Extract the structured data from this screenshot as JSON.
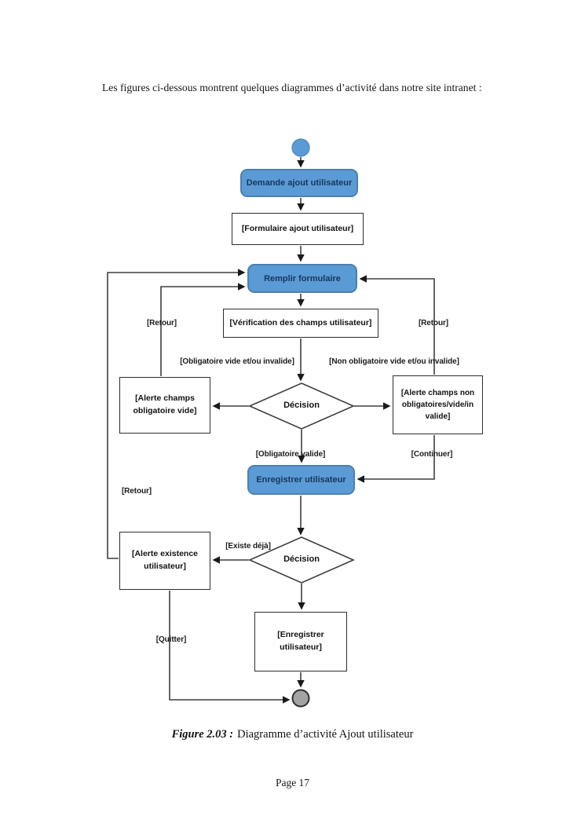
{
  "page": {
    "intro": "Les figures ci-dessous montrent quelques diagrammes d’activité dans notre site intranet :",
    "caption": {
      "label": "Figure 2.03 :",
      "text": "Diagramme d’activité Ajout utilisateur"
    },
    "page_number": "Page 17"
  },
  "diagram": {
    "nodes": {
      "demande": "Demande ajout utilisateur",
      "formulaire": "[Formulaire ajout utilisateur]",
      "remplir": "Remplir formulaire",
      "verification": "[Vérification des champs utilisateur]",
      "decision1": "Décision",
      "alerte_obligatoire": "[Alerte champs obligatoire vide]",
      "alerte_non_obligatoire": "[Alerte champs non obligatoires/vide/in valide]",
      "enregistrer": "Enregistrer utilisateur",
      "decision2": "Décision",
      "alerte_existence": "[Alerte existence utilisateur]",
      "enregistrer_final": "[Enregistrer utilisateur]"
    },
    "labels": {
      "retour_left": "[Retour]",
      "retour_right": "[Retour]",
      "retour_far_left": "[Retour]",
      "obligatoire_invalide": "[Obligatoire vide et/ou invalide]",
      "non_obligatoire_invalide": "[Non obligatoire vide et/ou invalide]",
      "obligatoire_valide": "[Obligatoire valide]",
      "continuer": "[Continuer]",
      "existe_deja": "[Existe déjà]",
      "quitter": "[Quitter]"
    },
    "colors": {
      "action_fill": "#5b9bd5",
      "action_border": "#4d7fae",
      "action_text": "#17365d",
      "connector": "#3f3f3f",
      "end_node_fill": "#a3a3a3"
    }
  }
}
